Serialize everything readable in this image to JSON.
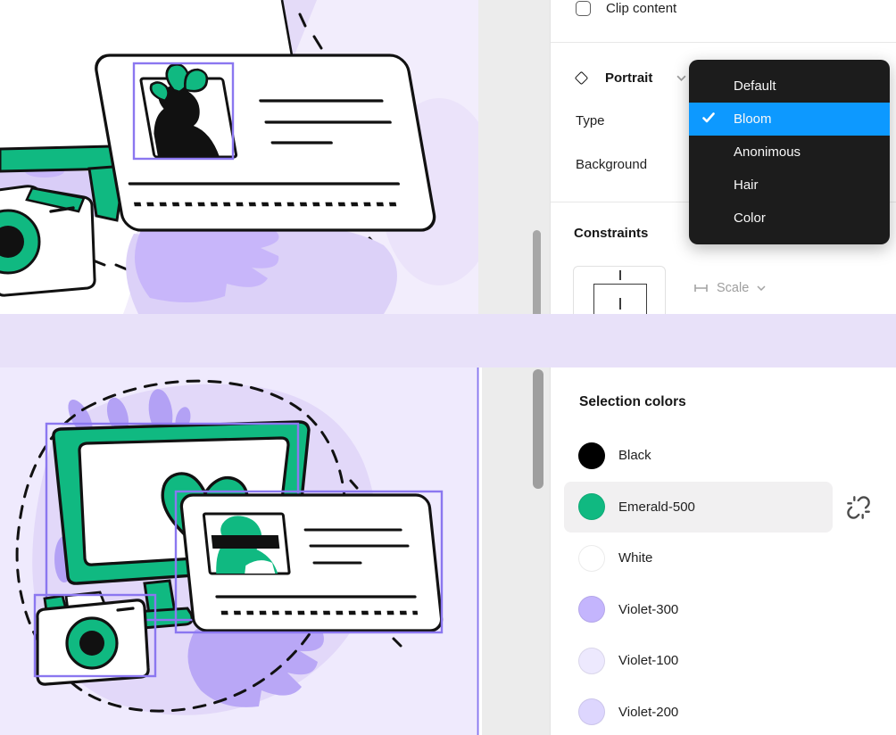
{
  "palette": {
    "emerald": "#10b981",
    "violet_300": "#c4b5fd",
    "violet_200": "#ddd6fe",
    "violet_100": "#ede9fe",
    "selection_blue": "#0d99ff",
    "selection_outline_violet": "#8b77f0",
    "menu_bg": "#1c1c1c",
    "canvas_lavender": "#efeafd",
    "band_lavender": "#e8e1f9",
    "gutter_gray": "#ececec",
    "outline_black": "#111111"
  },
  "top_panel": {
    "clip_content_label": "Clip content",
    "component_name": "Portrait",
    "type_label": "Type",
    "background_label": "Background",
    "constraints_header": "Constraints",
    "horizontal_constraint_value": "Scale",
    "dropdown_items": [
      {
        "label": "Default",
        "selected": false
      },
      {
        "label": "Bloom",
        "selected": true
      },
      {
        "label": "Anonimous",
        "selected": false
      },
      {
        "label": "Hair",
        "selected": false
      },
      {
        "label": "Color",
        "selected": false
      }
    ]
  },
  "bottom_panel": {
    "header": "Selection colors",
    "colors": [
      {
        "label": "Black",
        "hex": "#000000",
        "highlighted": false
      },
      {
        "label": "Emerald-500",
        "hex": "#10b981",
        "highlighted": true
      },
      {
        "label": "White",
        "hex": "#ffffff",
        "highlighted": false
      },
      {
        "label": "Violet-300",
        "hex": "#c4b5fd",
        "highlighted": false
      },
      {
        "label": "Violet-100",
        "hex": "#ede9fe",
        "highlighted": false
      },
      {
        "label": "Violet-200",
        "hex": "#ddd6fe",
        "highlighted": false
      }
    ]
  }
}
